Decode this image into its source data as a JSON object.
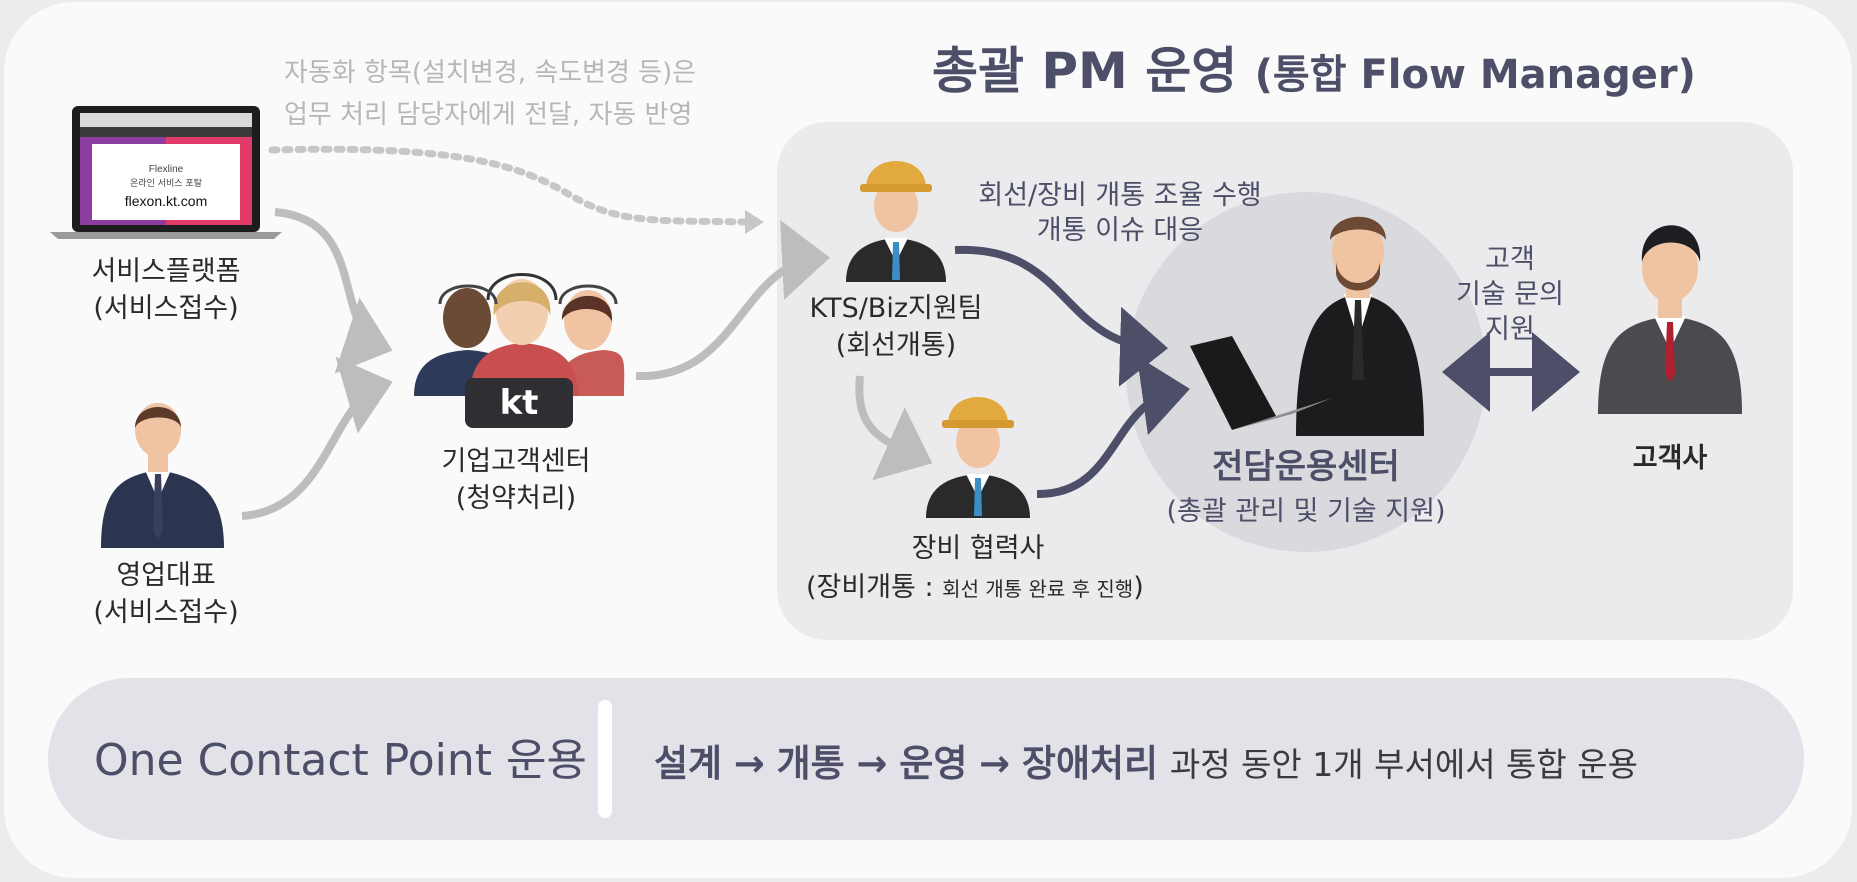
{
  "header": {
    "title": "총괄 PM 운영",
    "title_sub": "(통합 Flow Manager)"
  },
  "automation_note": {
    "line1": "자동화 항목(설치변경, 속도변경 등)은",
    "line2": "업무 처리 담당자에게 전달, 자동 반영"
  },
  "laptop": {
    "top_line": "Flexline",
    "sub_line": "온라인 서비스 포탈",
    "url": "flexon.kt.com"
  },
  "actors": {
    "service_platform": {
      "name": "서비스플랫폼",
      "sub": "(서비스접수)"
    },
    "sales_rep": {
      "name": "영업대표",
      "sub": "(서비스접수)"
    },
    "call_center": {
      "name": "기업고객센터",
      "sub": "(청약처리)",
      "logo": "kt"
    },
    "kts_team": {
      "name": "KTS/Biz지원팀",
      "sub": "(회선개통)"
    },
    "equipment_partner": {
      "name": "장비 협력사",
      "sub_prefix": "(장비개통 :",
      "sub_detail": "회선 개통 완료 후 진행",
      ")": ")"
    },
    "ops_center": {
      "name": "전담운용센터",
      "sub": "(총괄 관리 및 기술 지원)"
    },
    "customer": {
      "name": "고객사"
    }
  },
  "annotations": {
    "coordination_1": "회선/장비 개통 조율 수행",
    "coordination_2": "개통 이슈 대응",
    "support_1": "고객",
    "support_2": "기술 문의",
    "support_3": "지원"
  },
  "footer": {
    "left": "One Contact Point 운용",
    "steps": [
      "설계",
      "개통",
      "운영",
      "장애처리"
    ],
    "arrow": "→",
    "rest": "과정 동안 1개 부서에서 통합 운용"
  },
  "colors": {
    "navy": "#4d4f68",
    "grey_arrow": "#bdbdbd",
    "panel": "#ebebee",
    "footer": "#e2e2e8",
    "hardhat": "#e2a93e"
  }
}
